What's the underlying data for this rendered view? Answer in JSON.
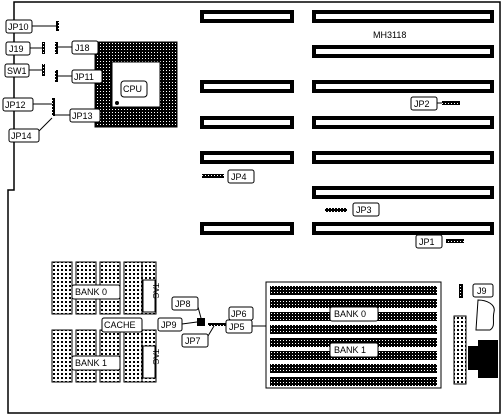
{
  "board": {
    "model": "MH3118"
  },
  "processor": {
    "label": "CPU"
  },
  "switch": {
    "label": "SW1"
  },
  "cache": {
    "label": "CACHE",
    "bank0": "BANK 0",
    "bank1": "BANK 1",
    "tag_top": "TAG",
    "tag_bottom": "TAG"
  },
  "memory": {
    "bank0": "BANK 0",
    "bank1": "BANK 1"
  },
  "jumpers": {
    "jp1": "JP1",
    "jp2": "JP2",
    "jp3": "JP3",
    "jp4": "JP4",
    "jp5": "JP5",
    "jp6": "JP6",
    "jp7": "JP7",
    "jp8": "JP8",
    "jp9": "JP9",
    "jp10": "JP10",
    "jp11": "JP11",
    "jp12": "JP12",
    "jp13": "JP13",
    "jp14": "JP14",
    "j9": "J9",
    "j18": "J18",
    "j19": "J19"
  }
}
